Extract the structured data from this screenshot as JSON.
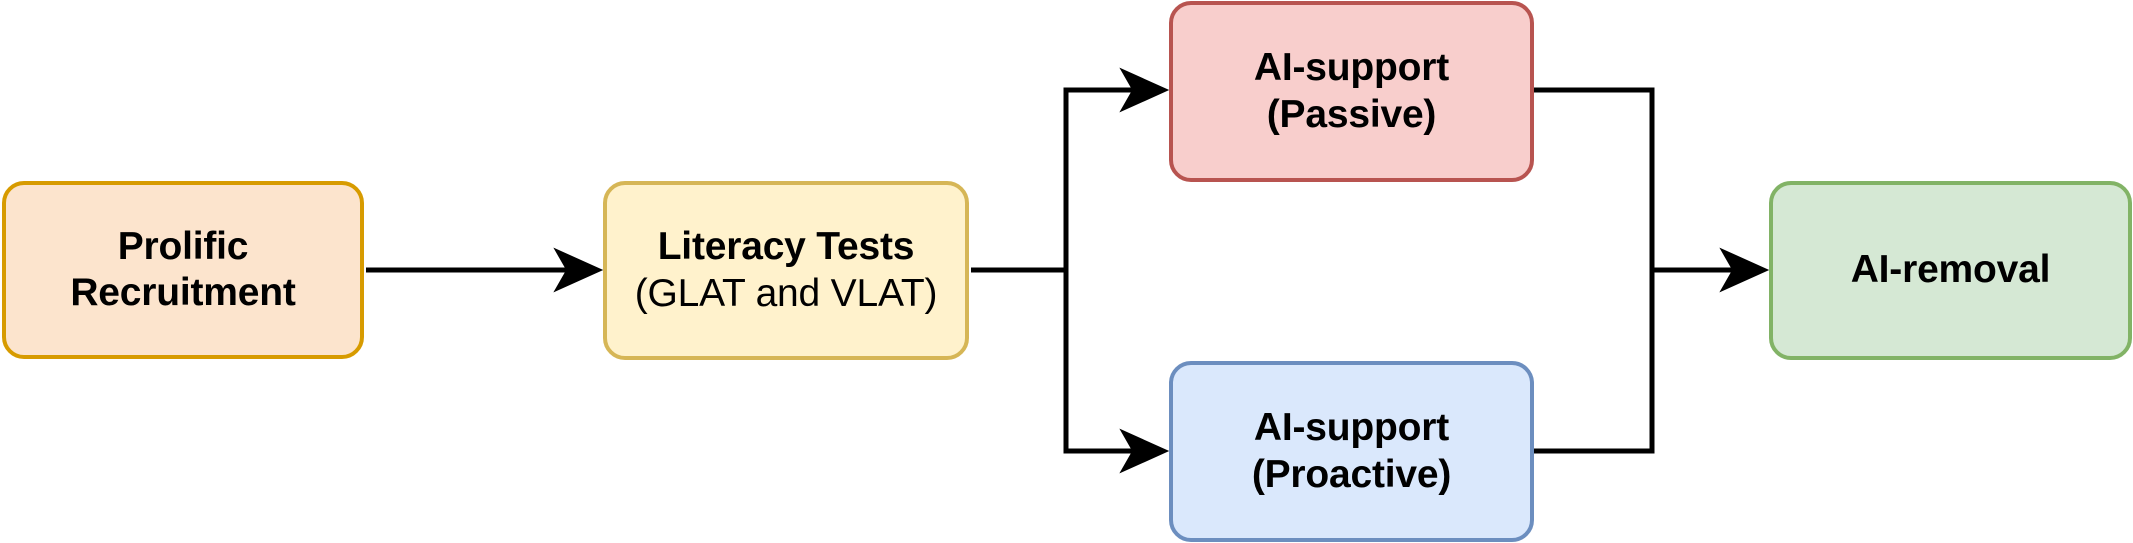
{
  "diagram": {
    "type": "flowchart",
    "orientation": "left-to-right",
    "background_color": "#ffffff",
    "edge_color": "#000000",
    "nodes": [
      {
        "id": "prolific-recruitment",
        "line1": "Prolific",
        "line2": "Recruitment",
        "fill": "#fce4cd",
        "stroke": "#d79b00"
      },
      {
        "id": "literacy-tests",
        "line1": "Literacy Tests",
        "line2": "(GLAT and VLAT)",
        "fill": "#fff2cc",
        "stroke": "#d6b656"
      },
      {
        "id": "ai-support-passive",
        "line1": "AI-support",
        "line2": "(Passive)",
        "fill": "#f8cecc",
        "stroke": "#b85450"
      },
      {
        "id": "ai-support-proactive",
        "line1": "AI-support",
        "line2": "(Proactive)",
        "fill": "#dae8fc",
        "stroke": "#6c8ebf"
      },
      {
        "id": "ai-removal",
        "line1": "AI-removal",
        "line2": "",
        "fill": "#d5e8d4",
        "stroke": "#82b366"
      }
    ],
    "edges": [
      {
        "id": "edge-recruitment-to-literacy",
        "from": "prolific-recruitment",
        "to": "literacy-tests",
        "arrow": true
      },
      {
        "id": "edge-literacy-to-passive",
        "from": "literacy-tests",
        "to": "ai-support-passive",
        "arrow": true
      },
      {
        "id": "edge-literacy-to-proactive",
        "from": "literacy-tests",
        "to": "ai-support-proactive",
        "arrow": true
      },
      {
        "id": "edge-passive-to-removal",
        "from": "ai-support-passive",
        "to": "ai-removal",
        "arrow": true
      },
      {
        "id": "edge-proactive-to-removal",
        "from": "ai-support-proactive",
        "to": "ai-removal",
        "arrow": true
      }
    ]
  }
}
